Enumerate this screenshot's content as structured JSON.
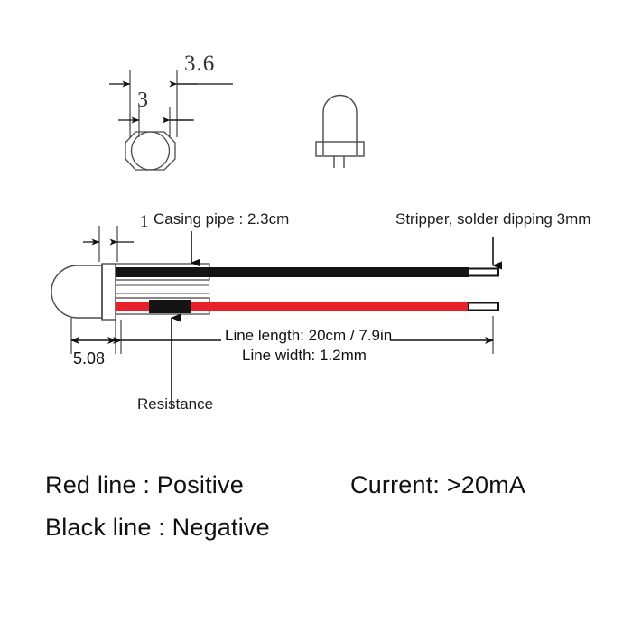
{
  "figure": {
    "title_hidden": "LED with pre-wired leads — dimensional drawing",
    "colors": {
      "wire_red": "#E8202A",
      "wire_black": "#141414",
      "outline": "#4a4a4a",
      "text": "#111111"
    }
  },
  "top_view": {
    "width_outer_label": "3.6",
    "width_inner_label": "3",
    "units_hidden": "mm"
  },
  "side_view": {
    "name": "led-side-view"
  },
  "main_diagram": {
    "casing_pipe_label": "Casing pipe : 2.3cm",
    "stripper_label": "Stripper, solder dipping 3mm",
    "lead_pitch_label": "1",
    "body_diameter_label": "5.08",
    "line_length_label": "Line length: 20cm / 7.9in",
    "line_width_label": "Line width: 1.2mm",
    "resistance_label": "Resistance"
  },
  "legend": {
    "red_line": "Red line : Positive",
    "black_line": "Black line : Negative",
    "current": "Current: >20mA"
  }
}
